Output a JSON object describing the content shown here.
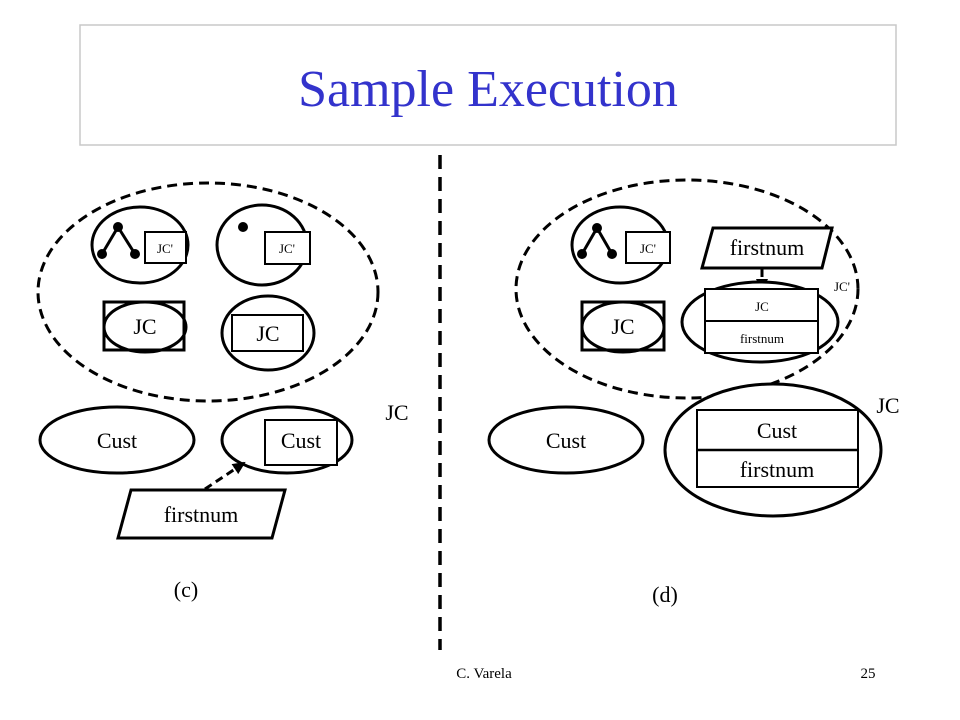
{
  "title": "Sample Execution",
  "panel_c": {
    "caption": "(c)",
    "actor_tree_tag": "JC'",
    "actor_dot_tag": "JC'",
    "jc_actor_a": "JC",
    "jc_actor_b": "JC",
    "cust_actor": "Cust",
    "cust_boxed_actor": "Cust",
    "jc_region_label": "JC",
    "message": "firstnum"
  },
  "panel_d": {
    "caption": "(d)",
    "actor_tree_tag": "JC'",
    "message": "firstnum",
    "jc_prime_label": "JC'",
    "merged_actor_top": "JC",
    "merged_actor_bottom": "firstnum",
    "jc_actor": "JC",
    "cust_actor": "Cust",
    "cust_merged_top": "Cust",
    "cust_merged_bottom": "firstnum",
    "jc_region_label": "JC"
  },
  "footer": {
    "author": "C. Varela",
    "page_number": "25"
  },
  "colors": {
    "title": "#3333cc",
    "ink": "#000000",
    "title_box_border": "#c8c8c8"
  }
}
